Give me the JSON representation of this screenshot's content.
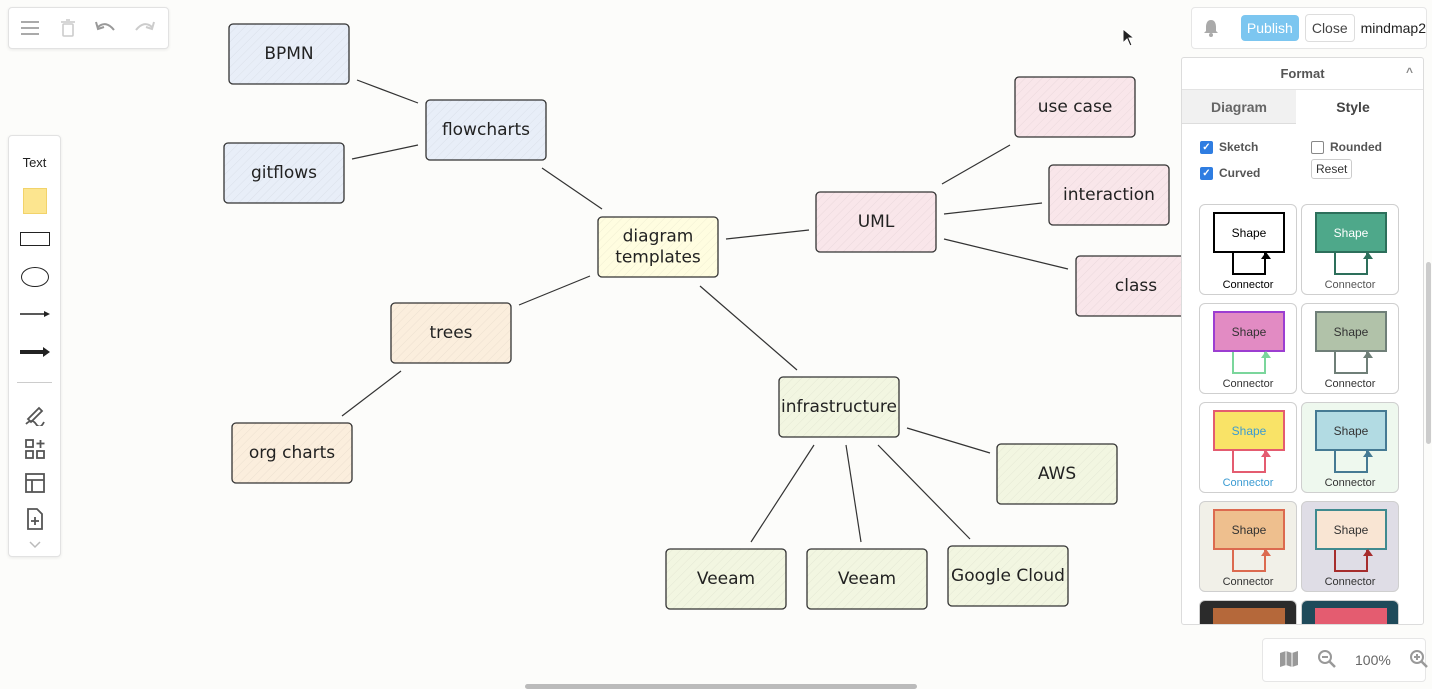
{
  "toolbar": {
    "icons": [
      "menu-icon",
      "delete-icon",
      "undo-icon",
      "redo-icon"
    ]
  },
  "shapes_panel": {
    "text_label": "Text",
    "tools": [
      "sticky-note",
      "rectangle",
      "ellipse",
      "line",
      "arrow",
      "freehand-icon",
      "shapes-icon",
      "table-icon",
      "add-page-icon",
      "chevron-down-icon"
    ]
  },
  "topbar": {
    "publish_label": "Publish",
    "close_label": "Close",
    "filename": "mindmap2"
  },
  "format_panel": {
    "title": "Format",
    "tabs": [
      "Diagram",
      "Style"
    ],
    "active_tab": "Style",
    "options": {
      "sketch": {
        "label": "Sketch",
        "checked": true
      },
      "rounded": {
        "label": "Rounded",
        "checked": false
      },
      "curved": {
        "label": "Curved",
        "checked": true
      }
    },
    "reset_label": "Reset",
    "styles": [
      {
        "shape": "Shape",
        "connector": "Connector",
        "fill": "#ffffff",
        "stroke": "#000000",
        "conn": "#000000",
        "text": "#000000",
        "bg": "#ffffff"
      },
      {
        "shape": "Shape",
        "connector": "Connector",
        "fill": "#4ea88a",
        "stroke": "#2d6f5b",
        "conn": "#2d6f5b",
        "text": "#ffffff",
        "bg": "#ffffff"
      },
      {
        "shape": "Shape",
        "connector": "Connector",
        "fill": "#e28bc3",
        "stroke": "#9c3ed1",
        "conn": "#7bd69c",
        "text": "#333333",
        "bg": "#ffffff"
      },
      {
        "shape": "Shape",
        "connector": "Connector",
        "fill": "#b1c2a9",
        "stroke": "#6f7f78",
        "conn": "#6f7f78",
        "text": "#333333",
        "bg": "#ffffff"
      },
      {
        "shape": "Shape",
        "connector": "Connector",
        "fill": "#f9e367",
        "stroke": "#e45c70",
        "conn": "#e45c70",
        "text": "#3b9bd2",
        "bg": "#ffffff"
      },
      {
        "shape": "Shape",
        "connector": "Connector",
        "fill": "#b2dbe3",
        "stroke": "#457a93",
        "conn": "#457a93",
        "text": "#333333",
        "bg": "#eef8ee"
      },
      {
        "shape": "Shape",
        "connector": "Connector",
        "fill": "#eebf8e",
        "stroke": "#dc6a4f",
        "conn": "#dc6a4f",
        "text": "#333333",
        "bg": "#f1f0e8"
      },
      {
        "shape": "Shape",
        "connector": "Connector",
        "fill": "#f9e5d3",
        "stroke": "#3f8a8f",
        "conn": "#a62d2d",
        "text": "#333333",
        "bg": "#dfdde6"
      }
    ]
  },
  "zoom": {
    "level": "100%"
  },
  "diagram": {
    "nodes": [
      {
        "id": "center",
        "label_lines": [
          "diagram",
          "templates"
        ],
        "fill": "#fffde0"
      },
      {
        "id": "flowcharts",
        "label_lines": [
          "flowcharts"
        ],
        "fill": "#e8eef8"
      },
      {
        "id": "bpmn",
        "label_lines": [
          "BPMN"
        ],
        "fill": "#e8eef8"
      },
      {
        "id": "gitflows",
        "label_lines": [
          "gitflows"
        ],
        "fill": "#e8eef8"
      },
      {
        "id": "uml",
        "label_lines": [
          "UML"
        ],
        "fill": "#f9e6ea"
      },
      {
        "id": "usecase",
        "label_lines": [
          "use case"
        ],
        "fill": "#f9e6ea"
      },
      {
        "id": "interaction",
        "label_lines": [
          "interaction"
        ],
        "fill": "#f9e6ea"
      },
      {
        "id": "class",
        "label_lines": [
          "class"
        ],
        "fill": "#f9e6ea"
      },
      {
        "id": "trees",
        "label_lines": [
          "trees"
        ],
        "fill": "#fbeedd"
      },
      {
        "id": "orgcharts",
        "label_lines": [
          "org charts"
        ],
        "fill": "#fbeedd"
      },
      {
        "id": "infra",
        "label_lines": [
          "infrastructure"
        ],
        "fill": "#f2f6e1"
      },
      {
        "id": "aws",
        "label_lines": [
          "AWS"
        ],
        "fill": "#f2f6e1"
      },
      {
        "id": "veeam1",
        "label_lines": [
          "Veeam"
        ],
        "fill": "#f2f6e1"
      },
      {
        "id": "veeam2",
        "label_lines": [
          "Veeam"
        ],
        "fill": "#f2f6e1"
      },
      {
        "id": "gcloud",
        "label_lines": [
          "Google Cloud"
        ],
        "fill": "#f2f6e1"
      }
    ]
  }
}
